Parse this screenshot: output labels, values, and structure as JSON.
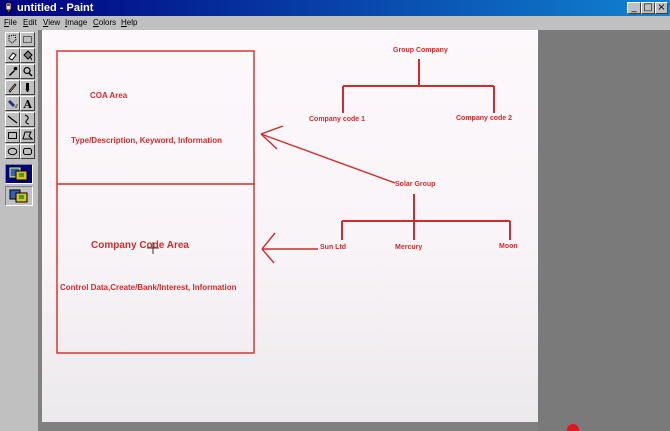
{
  "window": {
    "title": "untitled - Paint"
  },
  "title_buttons": [
    "_",
    "□",
    "×"
  ],
  "menu": [
    "File",
    "Edit",
    "View",
    "Image",
    "Colors",
    "Help"
  ],
  "tools": [
    "free-select-icon",
    "rect-select-icon",
    "eraser-icon",
    "fill-icon",
    "pick-color-icon",
    "magnifier-icon",
    "pencil-icon",
    "brush-icon",
    "airbrush-icon",
    "text-icon",
    "line-icon",
    "curve-icon",
    "rectangle-icon",
    "polygon-icon",
    "ellipse-icon",
    "rounded-rect-icon"
  ],
  "drawing": {
    "coa_title": "COA   Area",
    "coa_desc": "Type/Description, Keyword, Information",
    "cc_title": "Company Code Area",
    "cc_desc": "Control Data,Create/Bank/Interest, Information",
    "group_company": "Group Company",
    "company_code_1": "Company code 1",
    "company_code_2": "Company code 2",
    "solar_group": "Solar Group",
    "sun_ltd": "Sun Ltd",
    "mercury": "Mercury",
    "moon": "Moon",
    "ink_color": "#d22b2b"
  }
}
